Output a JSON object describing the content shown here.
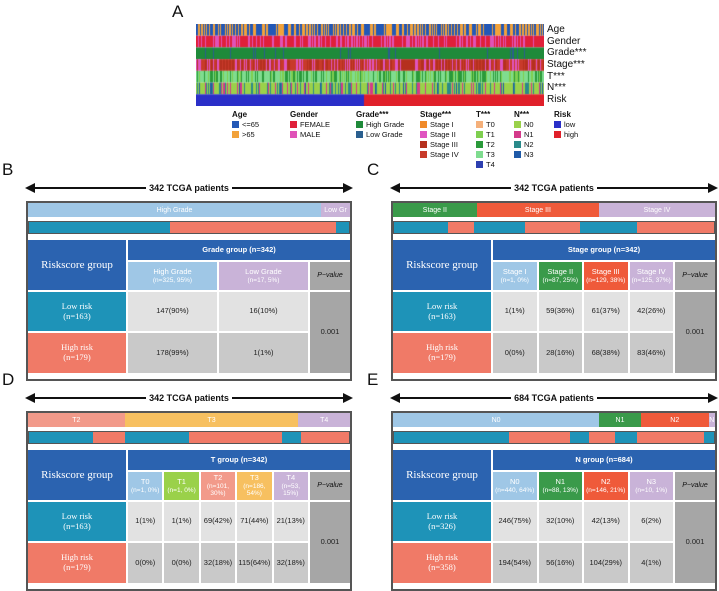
{
  "panel_a": {
    "letter": "A",
    "row_labels": [
      "Age",
      "Gender",
      "Grade***",
      "Stage***",
      "T***",
      "N***",
      "Risk"
    ],
    "legend": [
      {
        "title": "Age",
        "items": [
          {
            "label": "<=65",
            "color": "#2358b6"
          },
          {
            "label": ">65",
            "color": "#f2a23a"
          }
        ]
      },
      {
        "title": "Gender",
        "items": [
          {
            "label": "FEMALE",
            "color": "#e0203a"
          },
          {
            "label": "MALE",
            "color": "#e052b8"
          }
        ]
      },
      {
        "title": "Grade***",
        "items": [
          {
            "label": "High Grade",
            "color": "#1f8a3a"
          },
          {
            "label": "Low Grade",
            "color": "#2a5f8f"
          }
        ]
      },
      {
        "title": "Stage***",
        "items": [
          {
            "label": "Stage I",
            "color": "#f08a2a"
          },
          {
            "label": "Stage II",
            "color": "#e054c0"
          },
          {
            "label": "Stage III",
            "color": "#b5301e"
          },
          {
            "label": "Stage IV",
            "color": "#c83a2a"
          }
        ]
      },
      {
        "title": "T***",
        "items": [
          {
            "label": "T0",
            "color": "#f5b07a"
          },
          {
            "label": "T1",
            "color": "#7fcf50"
          },
          {
            "label": "T2",
            "color": "#2a9a3a"
          },
          {
            "label": "T3",
            "color": "#7fdc8f"
          },
          {
            "label": "T4",
            "color": "#2d3fb0"
          }
        ]
      },
      {
        "title": "N***",
        "items": [
          {
            "label": "N0",
            "color": "#9ad14a"
          },
          {
            "label": "N1",
            "color": "#d43a8a"
          },
          {
            "label": "N2",
            "color": "#2a8a8a"
          },
          {
            "label": "N3",
            "color": "#1f5aa8"
          }
        ]
      },
      {
        "title": "Risk",
        "items": [
          {
            "label": "low",
            "color": "#2a2fc8"
          },
          {
            "label": "high",
            "color": "#e0202a"
          }
        ]
      }
    ]
  },
  "panels": [
    {
      "letter": "B",
      "title": "342 TCGA patients",
      "bar_segments": [
        {
          "label": "High Grade",
          "color": "#9fc7e6",
          "frac": 0.91
        },
        {
          "label": "Low Gr",
          "color": "#c9b3d8",
          "frac": 0.09
        }
      ],
      "risk_bar": [
        {
          "color": "#1e93b8",
          "frac": 0.44
        },
        {
          "color": "#f07a67",
          "frac": 0.52
        },
        {
          "color": "#1e93b8",
          "frac": 0.04
        }
      ],
      "risk_header": "Riskscore group",
      "group_header": "Grade group (n=342)",
      "groups": [
        {
          "name": "High Grade",
          "n": "(n=325, 95%)",
          "color": "#9fc7e6"
        },
        {
          "name": "Low Grade",
          "n": "(n=17, 5%)",
          "color": "#c9b3d8"
        }
      ],
      "p_label": "P−value",
      "low": {
        "name": "Low risk",
        "n": "(n=163)",
        "values": [
          "147(90%)",
          "16(10%)"
        ]
      },
      "high": {
        "name": "High risk",
        "n": "(n=179)",
        "values": [
          "178(99%)",
          "1(1%)"
        ]
      },
      "p_value": "0.001"
    },
    {
      "letter": "C",
      "title": "342 TCGA patients",
      "bar_segments": [
        {
          "label": "Stage II",
          "color": "#3a9a4a",
          "frac": 0.26
        },
        {
          "label": "Stage III",
          "color": "#ef5a3a",
          "frac": 0.38
        },
        {
          "label": "Stage IV",
          "color": "#c9b3d8",
          "frac": 0.36
        }
      ],
      "risk_bar": [
        {
          "color": "#1e93b8",
          "frac": 0.17
        },
        {
          "color": "#f07a67",
          "frac": 0.08
        },
        {
          "color": "#1e93b8",
          "frac": 0.16
        },
        {
          "color": "#f07a67",
          "frac": 0.17
        },
        {
          "color": "#1e93b8",
          "frac": 0.18
        },
        {
          "color": "#f07a67",
          "frac": 0.24
        }
      ],
      "risk_header": "Riskscore group",
      "group_header": "Stage group (n=342)",
      "groups": [
        {
          "name": "Stage I",
          "n": "(n=1, 0%)",
          "color": "#9fc7e6"
        },
        {
          "name": "Stage II",
          "n": "(n=87, 25%)",
          "color": "#3a9a4a"
        },
        {
          "name": "Stage III",
          "n": "(n=129, 38%)",
          "color": "#ef5a3a"
        },
        {
          "name": "Stage IV",
          "n": "(n=125, 37%)",
          "color": "#c9b3d8"
        }
      ],
      "p_label": "P−value",
      "low": {
        "name": "Low risk",
        "n": "(n=163)",
        "values": [
          "1(1%)",
          "59(36%)",
          "61(37%)",
          "42(26%)"
        ]
      },
      "high": {
        "name": "High risk",
        "n": "(n=179)",
        "values": [
          "0(0%)",
          "28(16%)",
          "68(38%)",
          "83(46%)"
        ]
      },
      "p_value": "0.001"
    },
    {
      "letter": "D",
      "title": "342 TCGA patients",
      "bar_segments": [
        {
          "label": "T2",
          "color": "#f29a8a",
          "frac": 0.3
        },
        {
          "label": "T3",
          "color": "#f7c060",
          "frac": 0.54
        },
        {
          "label": "T4",
          "color": "#c9b3d8",
          "frac": 0.16
        }
      ],
      "risk_bar": [
        {
          "color": "#1e93b8",
          "frac": 0.2
        },
        {
          "color": "#f07a67",
          "frac": 0.1
        },
        {
          "color": "#1e93b8",
          "frac": 0.2
        },
        {
          "color": "#f07a67",
          "frac": 0.29
        },
        {
          "color": "#1e93b8",
          "frac": 0.06
        },
        {
          "color": "#f07a67",
          "frac": 0.15
        }
      ],
      "risk_header": "Riskscore group",
      "group_header": "T group (n=342)",
      "groups": [
        {
          "name": "T0",
          "n": "(n=1, 0%)",
          "color": "#9fc7e6"
        },
        {
          "name": "T1",
          "n": "(n=1, 0%)",
          "color": "#9ad14a"
        },
        {
          "name": "T2",
          "n": "(n=101, 30%)",
          "color": "#f29a8a"
        },
        {
          "name": "T3",
          "n": "(n=186, 54%)",
          "color": "#f7c060"
        },
        {
          "name": "T4",
          "n": "(n=53, 15%)",
          "color": "#c9b3d8"
        }
      ],
      "p_label": "P−value",
      "low": {
        "name": "Low risk",
        "n": "(n=163)",
        "values": [
          "1(1%)",
          "1(1%)",
          "69(42%)",
          "71(44%)",
          "21(13%)"
        ]
      },
      "high": {
        "name": "High risk",
        "n": "(n=179)",
        "values": [
          "0(0%)",
          "0(0%)",
          "32(18%)",
          "115(64%)",
          "32(18%)"
        ]
      },
      "p_value": "0.001"
    },
    {
      "letter": "E",
      "title": "684 TCGA patients",
      "bar_segments": [
        {
          "label": "N0",
          "color": "#9fc7e6",
          "frac": 0.64
        },
        {
          "label": "N1",
          "color": "#3a9a4a",
          "frac": 0.13
        },
        {
          "label": "N2",
          "color": "#ef5a3a",
          "frac": 0.21
        },
        {
          "label": "N",
          "color": "#c9b3d8",
          "frac": 0.02
        }
      ],
      "risk_bar": [
        {
          "color": "#1e93b8",
          "frac": 0.36
        },
        {
          "color": "#f07a67",
          "frac": 0.19
        },
        {
          "color": "#1e93b8",
          "frac": 0.06
        },
        {
          "color": "#f07a67",
          "frac": 0.08
        },
        {
          "color": "#1e93b8",
          "frac": 0.07
        },
        {
          "color": "#f07a67",
          "frac": 0.21
        },
        {
          "color": "#1e93b8",
          "frac": 0.03
        }
      ],
      "risk_header": "Riskscore group",
      "group_header": "N group (n=684)",
      "groups": [
        {
          "name": "N0",
          "n": "(n=440, 64%)",
          "color": "#9fc7e6"
        },
        {
          "name": "N1",
          "n": "(n=88, 13%)",
          "color": "#3a9a4a"
        },
        {
          "name": "N2",
          "n": "(n=146, 21%)",
          "color": "#ef5a3a"
        },
        {
          "name": "N3",
          "n": "(n=10, 1%)",
          "color": "#c9b3d8"
        }
      ],
      "p_label": "P−value",
      "low": {
        "name": "Low risk",
        "n": "(n=326)",
        "values": [
          "246(75%)",
          "32(10%)",
          "42(13%)",
          "6(2%)"
        ]
      },
      "high": {
        "name": "High risk",
        "n": "(n=358)",
        "values": [
          "194(54%)",
          "56(16%)",
          "104(29%)",
          "4(1%)"
        ]
      },
      "p_value": "0.001"
    }
  ]
}
